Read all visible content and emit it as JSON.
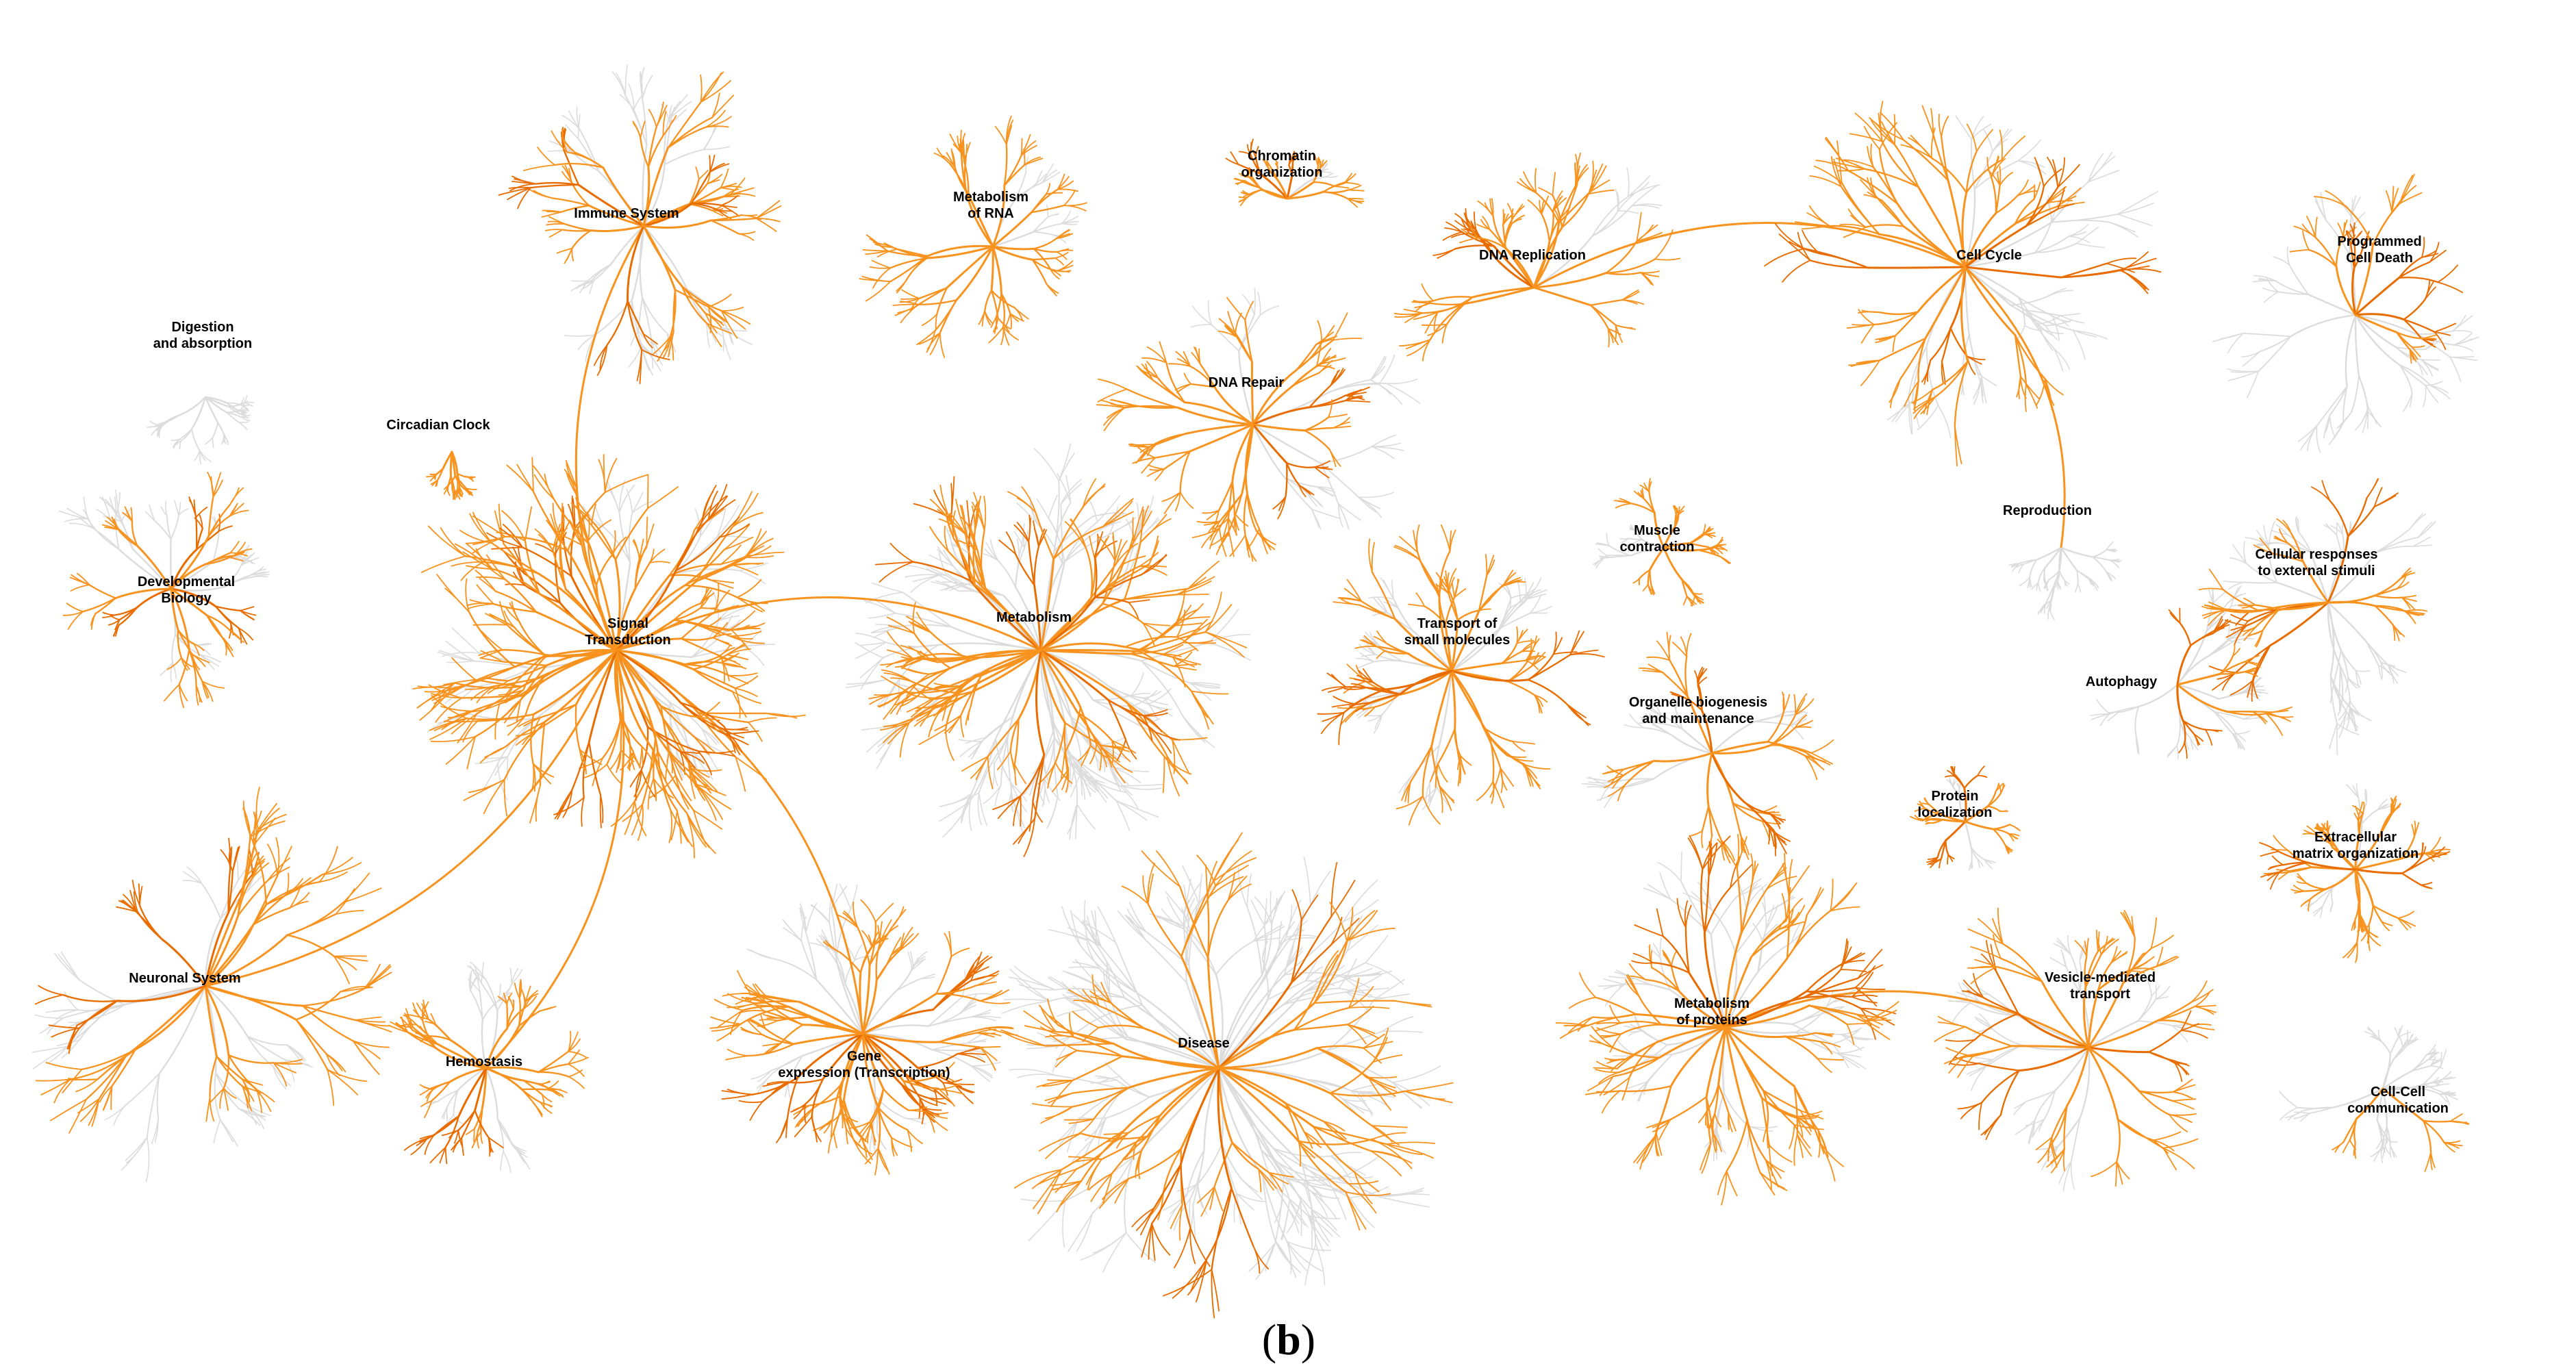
{
  "panel_label": {
    "open": "(",
    "letter": "b",
    "close": ")"
  },
  "colors": {
    "highlight": "#f7931e",
    "highlight_dark": "#e86c00",
    "faded": "#dcdcdc",
    "label": "#000000"
  },
  "pathways": [
    {
      "id": "immune-system",
      "lines": [
        "Immune System"
      ]
    },
    {
      "id": "metabolism-of-rna",
      "lines": [
        "Metabolism",
        "of RNA"
      ]
    },
    {
      "id": "chromatin-organization",
      "lines": [
        "Chromatin",
        "organization"
      ]
    },
    {
      "id": "dna-replication",
      "lines": [
        "DNA Replication"
      ]
    },
    {
      "id": "cell-cycle",
      "lines": [
        "Cell Cycle"
      ]
    },
    {
      "id": "programmed-cell-death",
      "lines": [
        "Programmed",
        "Cell Death"
      ]
    },
    {
      "id": "digestion-and-absorption",
      "lines": [
        "Digestion",
        "and absorption"
      ]
    },
    {
      "id": "dna-repair",
      "lines": [
        "DNA Repair"
      ]
    },
    {
      "id": "circadian-clock",
      "lines": [
        "Circadian Clock"
      ]
    },
    {
      "id": "developmental-biology",
      "lines": [
        "Developmental",
        "Biology"
      ]
    },
    {
      "id": "muscle-contraction",
      "lines": [
        "Muscle",
        "contraction"
      ]
    },
    {
      "id": "reproduction",
      "lines": [
        "Reproduction"
      ]
    },
    {
      "id": "cellular-responses",
      "lines": [
        "Cellular responses",
        "to external stimuli"
      ]
    },
    {
      "id": "signal-transduction",
      "lines": [
        "Signal",
        "Transduction"
      ]
    },
    {
      "id": "metabolism",
      "lines": [
        "Metabolism"
      ]
    },
    {
      "id": "transport-of-small-molecules",
      "lines": [
        "Transport of",
        "small molecules"
      ]
    },
    {
      "id": "autophagy",
      "lines": [
        "Autophagy"
      ]
    },
    {
      "id": "organelle-biogenesis",
      "lines": [
        "Organelle biogenesis",
        "and maintenance"
      ]
    },
    {
      "id": "protein-localization",
      "lines": [
        "Protein",
        "localization"
      ]
    },
    {
      "id": "extracellular-matrix",
      "lines": [
        "Extracellular",
        "matrix organization"
      ]
    },
    {
      "id": "neuronal-system",
      "lines": [
        "Neuronal System"
      ]
    },
    {
      "id": "hemostasis",
      "lines": [
        "Hemostasis"
      ]
    },
    {
      "id": "gene-expression",
      "lines": [
        "Gene",
        "expression (Transcription)"
      ]
    },
    {
      "id": "disease",
      "lines": [
        "Disease"
      ]
    },
    {
      "id": "metabolism-of-proteins",
      "lines": [
        "Metabolism",
        "of proteins"
      ]
    },
    {
      "id": "vesicle-mediated-transport",
      "lines": [
        "Vesicle-mediated",
        "transport"
      ]
    },
    {
      "id": "cell-cell-communication",
      "lines": [
        "Cell-Cell",
        "communication"
      ]
    }
  ],
  "links": [
    [
      "signal-transduction",
      "immune-system"
    ],
    [
      "signal-transduction",
      "metabolism"
    ],
    [
      "signal-transduction",
      "gene-expression"
    ],
    [
      "signal-transduction",
      "hemostasis"
    ],
    [
      "signal-transduction",
      "neuronal-system"
    ],
    [
      "dna-replication",
      "cell-cycle"
    ],
    [
      "cell-cycle",
      "reproduction"
    ],
    [
      "metabolism-of-proteins",
      "vesicle-mediated-transport"
    ]
  ]
}
